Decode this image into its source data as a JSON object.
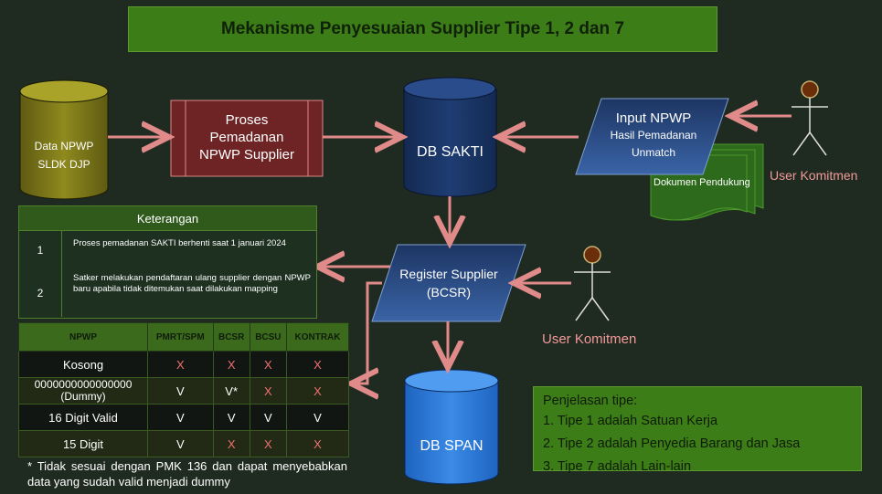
{
  "title": "Mekanisme Penyesuaian Supplier Tipe 1, 2 dan 7",
  "nodes": {
    "data_npwp": [
      "Data NPWP",
      "SLDK DJP"
    ],
    "proses": [
      "Proses",
      "Pemadanan",
      "NPWP Supplier"
    ],
    "db_sakti": "DB SAKTI",
    "input_npwp": {
      "title": "Input NPWP",
      "line2": "Hasil Pemadanan",
      "line3": "Unmatch"
    },
    "dokumen": "Dokumen Pendukung",
    "user1": "User Komitmen",
    "register": [
      "Register Supplier",
      "(BCSR)"
    ],
    "user2": "User Komitmen",
    "db_span": "DB SPAN"
  },
  "keterangan": {
    "header": "Keterangan",
    "rows": [
      {
        "num": "1",
        "text": "Proses pemadanan SAKTI berhenti saat 1 januari 2024"
      },
      {
        "num": "2",
        "text": "Satker melakukan pendaftaran ulang supplier dengan NPWP baru apabila tidak ditemukan saat dilakukan mapping"
      }
    ]
  },
  "table": {
    "headers": [
      "NPWP",
      "PMRT/SPM",
      "BCSR",
      "BCSU",
      "KONTRAK"
    ],
    "rows": [
      [
        "Kosong",
        "X",
        "X",
        "X",
        "X"
      ],
      [
        "0000000000000000 (Dummy)",
        "V",
        "V*",
        "X",
        "X"
      ],
      [
        "16 Digit Valid",
        "V",
        "V",
        "V",
        "V"
      ],
      [
        "15 Digit",
        "V",
        "X",
        "X",
        "X"
      ]
    ]
  },
  "footnote": "*  Tidak sesuai dengan PMK 136 dan dapat menyebabkan data yang sudah valid menjadi dummy",
  "penjelasan": {
    "header": "Penjelasan tipe:",
    "items": [
      "1. Tipe 1 adalah Satuan Kerja",
      "2. Tipe 2 adalah Penyedia Barang dan Jasa",
      "3. Tipe 7 adalah Lain-lain"
    ]
  },
  "colors": {
    "arrow": "#e08a8a",
    "title_bg": "#3d7d18"
  }
}
